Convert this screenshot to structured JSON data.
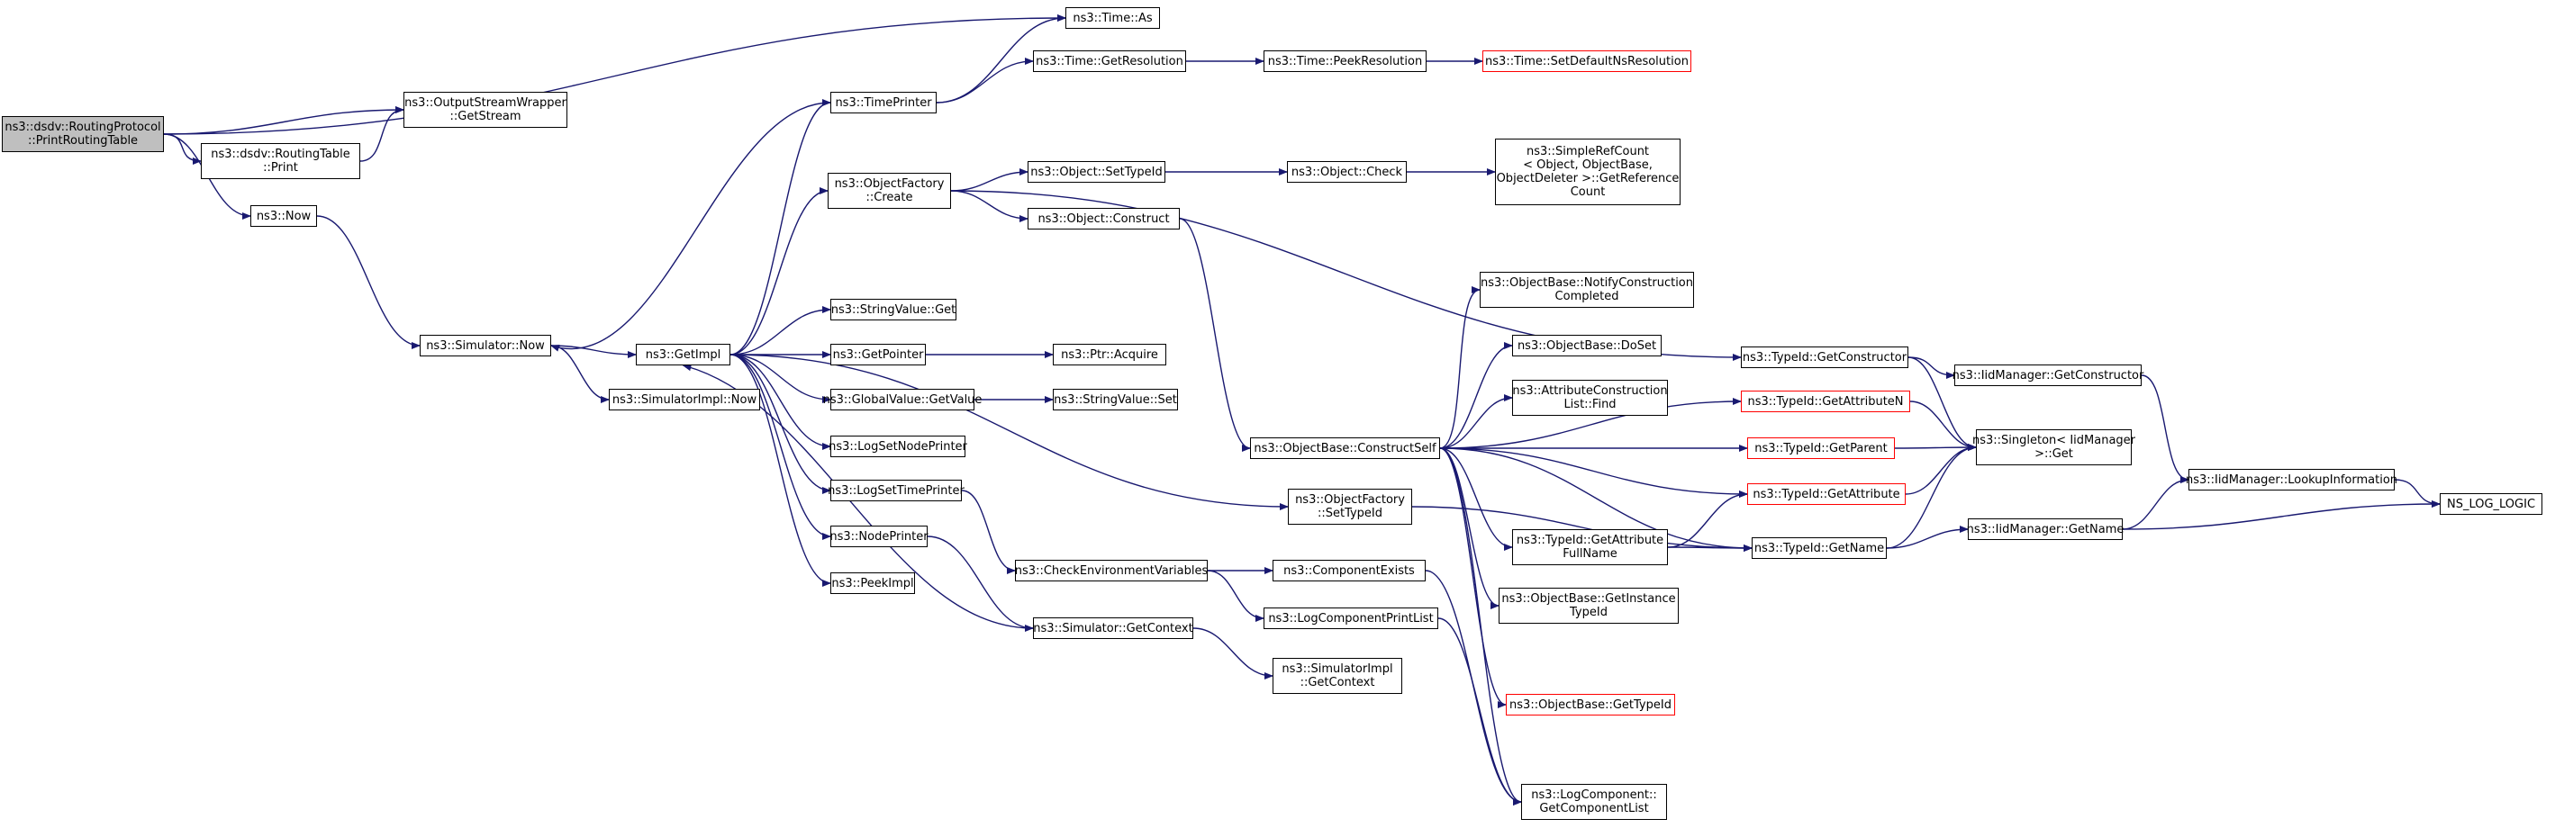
{
  "colors": {
    "edge": "#191970",
    "box_border": "#000000",
    "root_fill": "#bfbfbf",
    "truncated_border": "#ff0000",
    "background": "#ffffff"
  },
  "nodes": [
    {
      "id": "root",
      "lines": [
        "ns3::dsdv::RoutingProtocol",
        "::PrintRoutingTable"
      ],
      "root": true
    },
    {
      "id": "time_as",
      "lines": [
        "ns3::Time::As"
      ]
    },
    {
      "id": "osw_getstream",
      "lines": [
        "ns3::OutputStreamWrapper",
        "::GetStream"
      ]
    },
    {
      "id": "rt_print",
      "lines": [
        "ns3::dsdv::RoutingTable",
        "::Print"
      ]
    },
    {
      "id": "now",
      "lines": [
        "ns3::Now"
      ]
    },
    {
      "id": "sim_now",
      "lines": [
        "ns3::Simulator::Now"
      ]
    },
    {
      "id": "getimpl",
      "lines": [
        "ns3::GetImpl"
      ]
    },
    {
      "id": "simimpl_now",
      "lines": [
        "ns3::SimulatorImpl::Now"
      ]
    },
    {
      "id": "timeprinter",
      "lines": [
        "ns3::TimePrinter"
      ]
    },
    {
      "id": "objfactory_create",
      "lines": [
        "ns3::ObjectFactory",
        "::Create"
      ]
    },
    {
      "id": "stringvalue_get",
      "lines": [
        "ns3::StringValue::Get"
      ]
    },
    {
      "id": "getpointer",
      "lines": [
        "ns3::GetPointer"
      ]
    },
    {
      "id": "globalvalue_getvalue",
      "lines": [
        "ns3::GlobalValue::GetValue"
      ]
    },
    {
      "id": "logsetnodeprinter",
      "lines": [
        "ns3::LogSetNodePrinter"
      ]
    },
    {
      "id": "logsettimeprinter",
      "lines": [
        "ns3::LogSetTimePrinter"
      ]
    },
    {
      "id": "nodeprinter",
      "lines": [
        "ns3::NodePrinter"
      ]
    },
    {
      "id": "peekimpl",
      "lines": [
        "ns3::PeekImpl"
      ]
    },
    {
      "id": "time_getresolution",
      "lines": [
        "ns3::Time::GetResolution"
      ]
    },
    {
      "id": "time_peekresolution",
      "lines": [
        "ns3::Time::PeekResolution"
      ]
    },
    {
      "id": "time_setdefaultns",
      "lines": [
        "ns3::Time::SetDefaultNsResolution"
      ],
      "truncated": true
    },
    {
      "id": "object_settypeid",
      "lines": [
        "ns3::Object::SetTypeId"
      ]
    },
    {
      "id": "object_check",
      "lines": [
        "ns3::Object::Check"
      ]
    },
    {
      "id": "simplerefcount",
      "lines": [
        "ns3::SimpleRefCount",
        "< Object, ObjectBase,",
        "ObjectDeleter >::GetReference",
        "Count"
      ]
    },
    {
      "id": "object_construct",
      "lines": [
        "ns3::Object::Construct"
      ]
    },
    {
      "id": "ptr_acquire",
      "lines": [
        "ns3::Ptr::Acquire"
      ]
    },
    {
      "id": "stringvalue_set",
      "lines": [
        "ns3::StringValue::Set"
      ]
    },
    {
      "id": "checkenv",
      "lines": [
        "ns3::CheckEnvironmentVariables"
      ]
    },
    {
      "id": "sim_getcontext",
      "lines": [
        "ns3::Simulator::GetContext"
      ]
    },
    {
      "id": "objfactory_settypeid",
      "lines": [
        "ns3::ObjectFactory",
        "::SetTypeId"
      ]
    },
    {
      "id": "componentexists",
      "lines": [
        "ns3::ComponentExists"
      ]
    },
    {
      "id": "logcomponentprintlist",
      "lines": [
        "ns3::LogComponentPrintList"
      ]
    },
    {
      "id": "simimpl_getcontext",
      "lines": [
        "ns3::SimulatorImpl",
        "::GetContext"
      ]
    },
    {
      "id": "objbase_constructself",
      "lines": [
        "ns3::ObjectBase::ConstructSelf"
      ]
    },
    {
      "id": "objbase_notify",
      "lines": [
        "ns3::ObjectBase::NotifyConstruction",
        "Completed"
      ]
    },
    {
      "id": "objbase_doset",
      "lines": [
        "ns3::ObjectBase::DoSet"
      ]
    },
    {
      "id": "attrconstlist_find",
      "lines": [
        "ns3::AttributeConstruction",
        "List::Find"
      ]
    },
    {
      "id": "typeid_getattrfullname",
      "lines": [
        "ns3::TypeId::GetAttribute",
        "FullName"
      ]
    },
    {
      "id": "objbase_getinstancetypeid",
      "lines": [
        "ns3::ObjectBase::GetInstance",
        "TypeId"
      ]
    },
    {
      "id": "objbase_gettypeid",
      "lines": [
        "ns3::ObjectBase::GetTypeId"
      ],
      "truncated": true
    },
    {
      "id": "logcomponent_getlist",
      "lines": [
        "ns3::LogComponent::",
        "GetComponentList"
      ]
    },
    {
      "id": "typeid_getconstructor",
      "lines": [
        "ns3::TypeId::GetConstructor"
      ]
    },
    {
      "id": "typeid_getattributen",
      "lines": [
        "ns3::TypeId::GetAttributeN"
      ],
      "truncated": true
    },
    {
      "id": "typeid_getparent",
      "lines": [
        "ns3::TypeId::GetParent"
      ],
      "truncated": true
    },
    {
      "id": "typeid_getattribute",
      "lines": [
        "ns3::TypeId::GetAttribute"
      ],
      "truncated": true
    },
    {
      "id": "typeid_getname",
      "lines": [
        "ns3::TypeId::GetName"
      ]
    },
    {
      "id": "iidmanager_getconstructor",
      "lines": [
        "ns3::IidManager::GetConstructor"
      ]
    },
    {
      "id": "singleton_get",
      "lines": [
        "ns3::Singleton< IidManager",
        ">::Get"
      ]
    },
    {
      "id": "iidmanager_getname",
      "lines": [
        "ns3::IidManager::GetName"
      ]
    },
    {
      "id": "iidmanager_lookup",
      "lines": [
        "ns3::IidManager::LookupInformation"
      ]
    },
    {
      "id": "ns_log_logic",
      "lines": [
        "NS_LOG_LOGIC"
      ]
    }
  ],
  "edges": [
    [
      "root",
      "time_as"
    ],
    [
      "root",
      "osw_getstream"
    ],
    [
      "root",
      "rt_print"
    ],
    [
      "root",
      "now"
    ],
    [
      "rt_print",
      "osw_getstream"
    ],
    [
      "now",
      "sim_now"
    ],
    [
      "sim_now",
      "getimpl"
    ],
    [
      "sim_now",
      "simimpl_now"
    ],
    [
      "getimpl",
      "timeprinter"
    ],
    [
      "getimpl",
      "objfactory_create"
    ],
    [
      "getimpl",
      "stringvalue_get"
    ],
    [
      "getimpl",
      "getpointer"
    ],
    [
      "getimpl",
      "globalvalue_getvalue"
    ],
    [
      "getimpl",
      "logsetnodeprinter"
    ],
    [
      "getimpl",
      "logsettimeprinter"
    ],
    [
      "getimpl",
      "nodeprinter"
    ],
    [
      "getimpl",
      "peekimpl"
    ],
    [
      "getimpl",
      "objfactory_settypeid"
    ],
    [
      "timeprinter",
      "time_as"
    ],
    [
      "timeprinter",
      "time_getresolution"
    ],
    [
      "timeprinter",
      "sim_now"
    ],
    [
      "time_getresolution",
      "time_peekresolution"
    ],
    [
      "time_peekresolution",
      "time_setdefaultns"
    ],
    [
      "objfactory_create",
      "object_settypeid"
    ],
    [
      "objfactory_create",
      "object_construct"
    ],
    [
      "objfactory_create",
      "typeid_getconstructor"
    ],
    [
      "object_settypeid",
      "object_check"
    ],
    [
      "object_check",
      "simplerefcount"
    ],
    [
      "object_construct",
      "objbase_constructself"
    ],
    [
      "getpointer",
      "ptr_acquire"
    ],
    [
      "globalvalue_getvalue",
      "stringvalue_set"
    ],
    [
      "logsettimeprinter",
      "checkenv"
    ],
    [
      "nodeprinter",
      "sim_getcontext"
    ],
    [
      "sim_getcontext",
      "getimpl"
    ],
    [
      "sim_getcontext",
      "simimpl_getcontext"
    ],
    [
      "checkenv",
      "componentexists"
    ],
    [
      "checkenv",
      "logcomponentprintlist"
    ],
    [
      "componentexists",
      "logcomponent_getlist"
    ],
    [
      "logcomponentprintlist",
      "logcomponent_getlist"
    ],
    [
      "objfactory_settypeid",
      "typeid_getname"
    ],
    [
      "objbase_constructself",
      "objbase_notify"
    ],
    [
      "objbase_constructself",
      "objbase_doset"
    ],
    [
      "objbase_constructself",
      "attrconstlist_find"
    ],
    [
      "objbase_constructself",
      "typeid_getattributen"
    ],
    [
      "objbase_constructself",
      "typeid_getparent"
    ],
    [
      "objbase_constructself",
      "typeid_getattribute"
    ],
    [
      "objbase_constructself",
      "typeid_getattrfullname"
    ],
    [
      "objbase_constructself",
      "objbase_getinstancetypeid"
    ],
    [
      "objbase_constructself",
      "objbase_gettypeid"
    ],
    [
      "objbase_constructself",
      "typeid_getname"
    ],
    [
      "objbase_constructself",
      "logcomponent_getlist"
    ],
    [
      "typeid_getattrfullname",
      "typeid_getattribute"
    ],
    [
      "typeid_getattrfullname",
      "typeid_getname"
    ],
    [
      "typeid_getconstructor",
      "iidmanager_getconstructor"
    ],
    [
      "typeid_getconstructor",
      "singleton_get"
    ],
    [
      "typeid_getattributen",
      "singleton_get"
    ],
    [
      "typeid_getparent",
      "singleton_get"
    ],
    [
      "typeid_getattribute",
      "singleton_get"
    ],
    [
      "typeid_getname",
      "singleton_get"
    ],
    [
      "typeid_getname",
      "iidmanager_getname"
    ],
    [
      "iidmanager_getconstructor",
      "iidmanager_lookup"
    ],
    [
      "iidmanager_getname",
      "iidmanager_lookup"
    ],
    [
      "iidmanager_getname",
      "ns_log_logic"
    ],
    [
      "iidmanager_lookup",
      "ns_log_logic"
    ]
  ]
}
